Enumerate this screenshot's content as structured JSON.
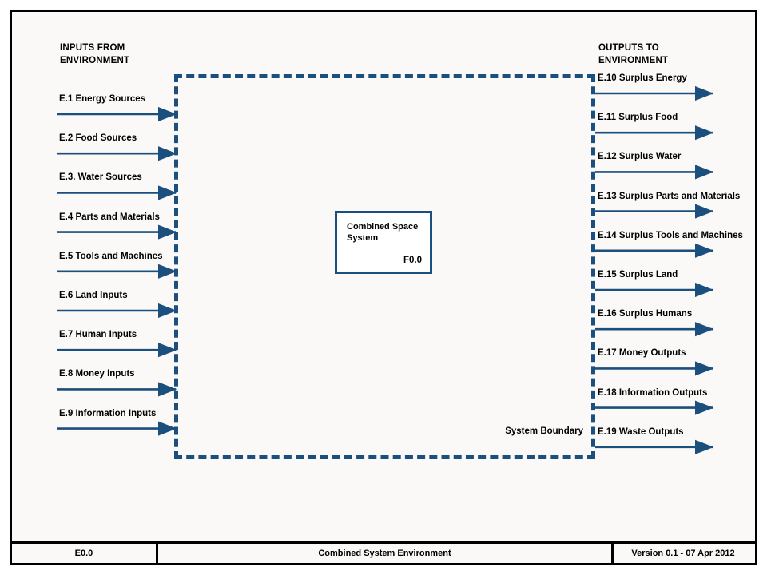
{
  "diagram": {
    "inputs_heading": "INPUTS FROM\nENVIRONMENT",
    "outputs_heading": "OUTPUTS TO\nENVIRONMENT",
    "boundary_label": "System Boundary",
    "boundary_color": "#1b4f7e",
    "flow_color": "#1b4f7e",
    "frame_color": "#000000",
    "background_color": "#faf9f7"
  },
  "process": {
    "name": "Combined Space System",
    "code": "F0.0"
  },
  "inputs": [
    {
      "id": "E.1",
      "label": "E.1 Energy Sources"
    },
    {
      "id": "E.2",
      "label": "E.2 Food Sources"
    },
    {
      "id": "E.3",
      "label": "E.3. Water Sources"
    },
    {
      "id": "E.4",
      "label": "E.4 Parts and Materials"
    },
    {
      "id": "E.5",
      "label": "E.5 Tools and Machines"
    },
    {
      "id": "E.6",
      "label": "E.6 Land Inputs"
    },
    {
      "id": "E.7",
      "label": "E.7 Human Inputs"
    },
    {
      "id": "E.8",
      "label": "E.8 Money Inputs"
    },
    {
      "id": "E.9",
      "label": "E.9 Information Inputs"
    }
  ],
  "outputs": [
    {
      "id": "E.10",
      "label": "E.10 Surplus Energy"
    },
    {
      "id": "E.11",
      "label": "E.11 Surplus Food"
    },
    {
      "id": "E.12",
      "label": "E.12 Surplus Water"
    },
    {
      "id": "E.13",
      "label": "E.13 Surplus Parts and Materials"
    },
    {
      "id": "E.14",
      "label": "E.14 Surplus Tools and Machines"
    },
    {
      "id": "E.15",
      "label": "E.15 Surplus Land"
    },
    {
      "id": "E.16",
      "label": "E.16 Surplus Humans"
    },
    {
      "id": "E.17",
      "label": "E.17 Money Outputs"
    },
    {
      "id": "E.18",
      "label": "E.18 Information Outputs"
    },
    {
      "id": "E.19",
      "label": "E.19 Waste Outputs"
    }
  ],
  "title_block": {
    "code": "E0.0",
    "title": "Combined System Environment",
    "version": "Version 0.1 - 07 Apr 2012"
  }
}
